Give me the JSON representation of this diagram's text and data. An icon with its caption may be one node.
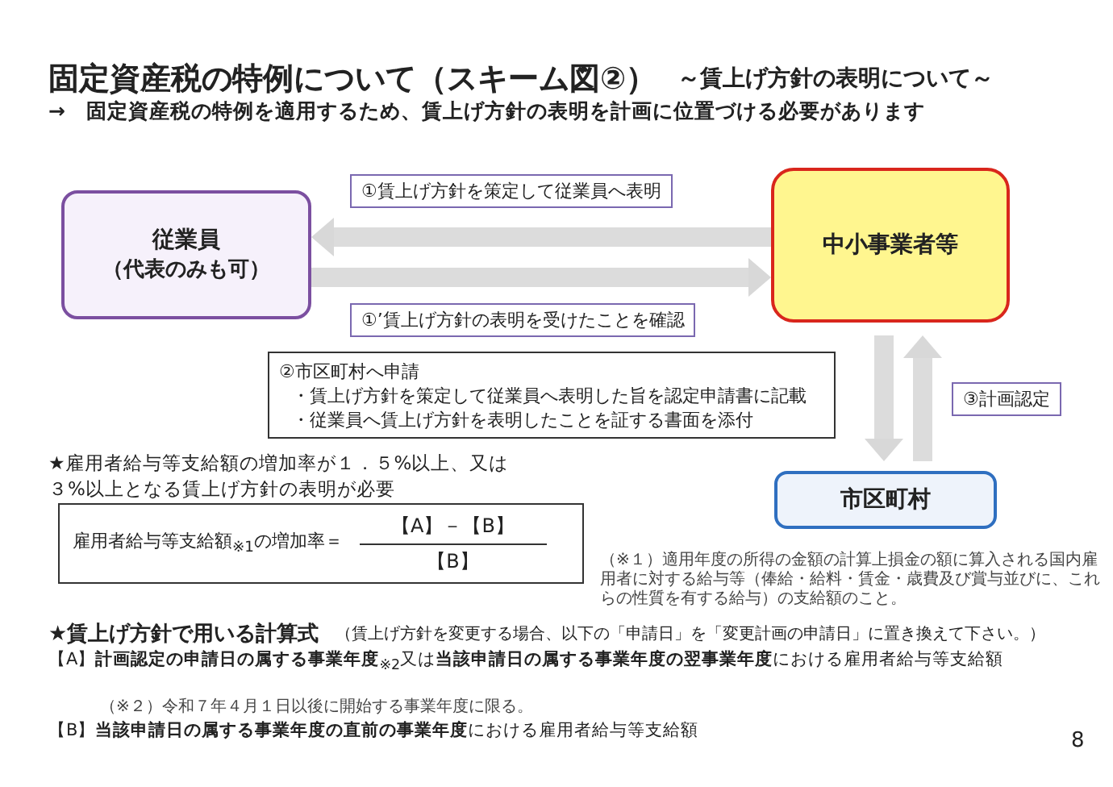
{
  "diagram": {
    "title": "固定資産税の特例について（スキーム図②）",
    "nodes": [
      {
        "text": [
          "従業員",
          "（代表のみも可）"
        ]
      },
      {
        "text": [
          "中小事業者等"
        ]
      },
      {
        "text": [
          "市区町村"
        ]
      },
      {
        "text": [
          "②市区町村へ申請",
          "・賃上げ方針を策定して従業員へ表明した旨を認定申請書に記載",
          "・従業員へ賃上げ方針を表明したことを証する書面を添付"
        ]
      },
      {
        "text": [
          "雇用者給与等支給額$_{※1}$の増加率＝",
          "【A】－【B】",
          "【B】"
        ]
      }
    ],
    "edges": [
      {
        "from": 1,
        "to": 0,
        "arrow": "to",
        "label": "①賃上げ方針を策定して従業員へ表明"
      },
      {
        "from": 0,
        "to": 1,
        "arrow": "to",
        "label": "①’賃上げ方針の表明を受けたことを確認"
      },
      {
        "from": 1,
        "to": 2,
        "arrow": "to"
      },
      {
        "from": 2,
        "to": 1,
        "arrow": "to",
        "label": "③計画認定"
      }
    ],
    "labels": [
      "～賃上げ方針の表明について～",
      "→　固定資産税の特例を適用するため、賃上げ方針の表明を計画に位置づける必要があります",
      "★雇用者給与等支給額の増加率が１．５%以上、又は３%以上となる賃上げ方針の表明が必要",
      "（※１）適用年度の所得の金額の計算上損金の額に算入される国内雇用者に対する給与等（俸給・給料・賃金・歳費及び賞与並びに、これらの性質を有する給与）の支給額のこと。",
      "★賃上げ方針で用いる計算式",
      "（賃上げ方針を変更する場合、以下の「申請日」を「変更計画の申請日」に置き換えて下さい。）",
      "【A】**計画認定の申請日の属する事業年度**$_{※2}$又は**当該申請日の属する事業年度の翌事業年度**における雇用者給与等支給額",
      "（※２）令和７年４月１日以後に開始する事業年度に限る。",
      "【B】**当該申請日の属する事業年度の直前の事業年度**における雇用者給与等支給額",
      "8"
    ]
  }
}
